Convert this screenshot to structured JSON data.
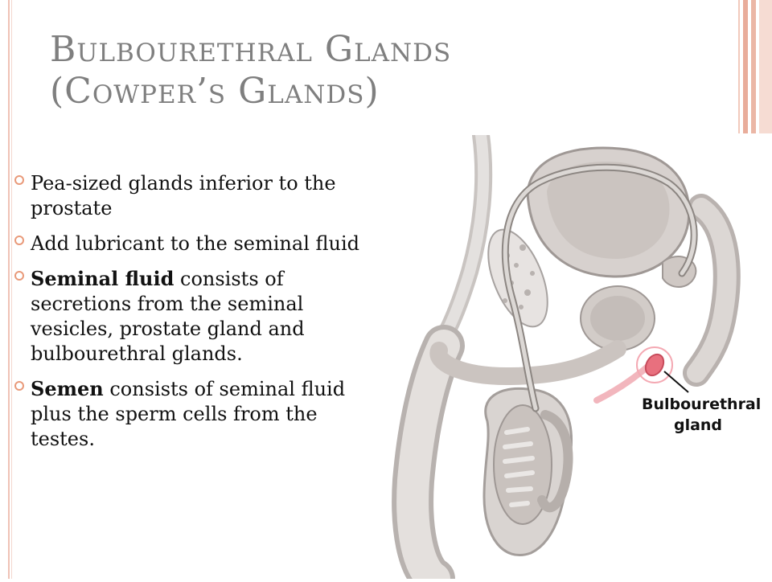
{
  "title": {
    "line1": "Bulbourethral Glands",
    "line2": "(Cowper’s Glands)"
  },
  "bullets": [
    {
      "bold": "",
      "text": "Pea-sized glands inferior to the prostate"
    },
    {
      "bold": "",
      "text": "Add lubricant to the seminal fluid"
    },
    {
      "bold": "Seminal fluid",
      "text": " consists of secretions from the seminal vesicles, prostate gland and bulbourethral glands."
    },
    {
      "bold": "Semen",
      "text": " consists of seminal fluid plus the sperm cells from the testes."
    }
  ],
  "figure": {
    "label_line1": "Bulbourethral",
    "label_line2": "gland"
  },
  "colors": {
    "accent": "#e99a7a",
    "title": "#7f7f7f",
    "highlight": "#e8707e"
  }
}
